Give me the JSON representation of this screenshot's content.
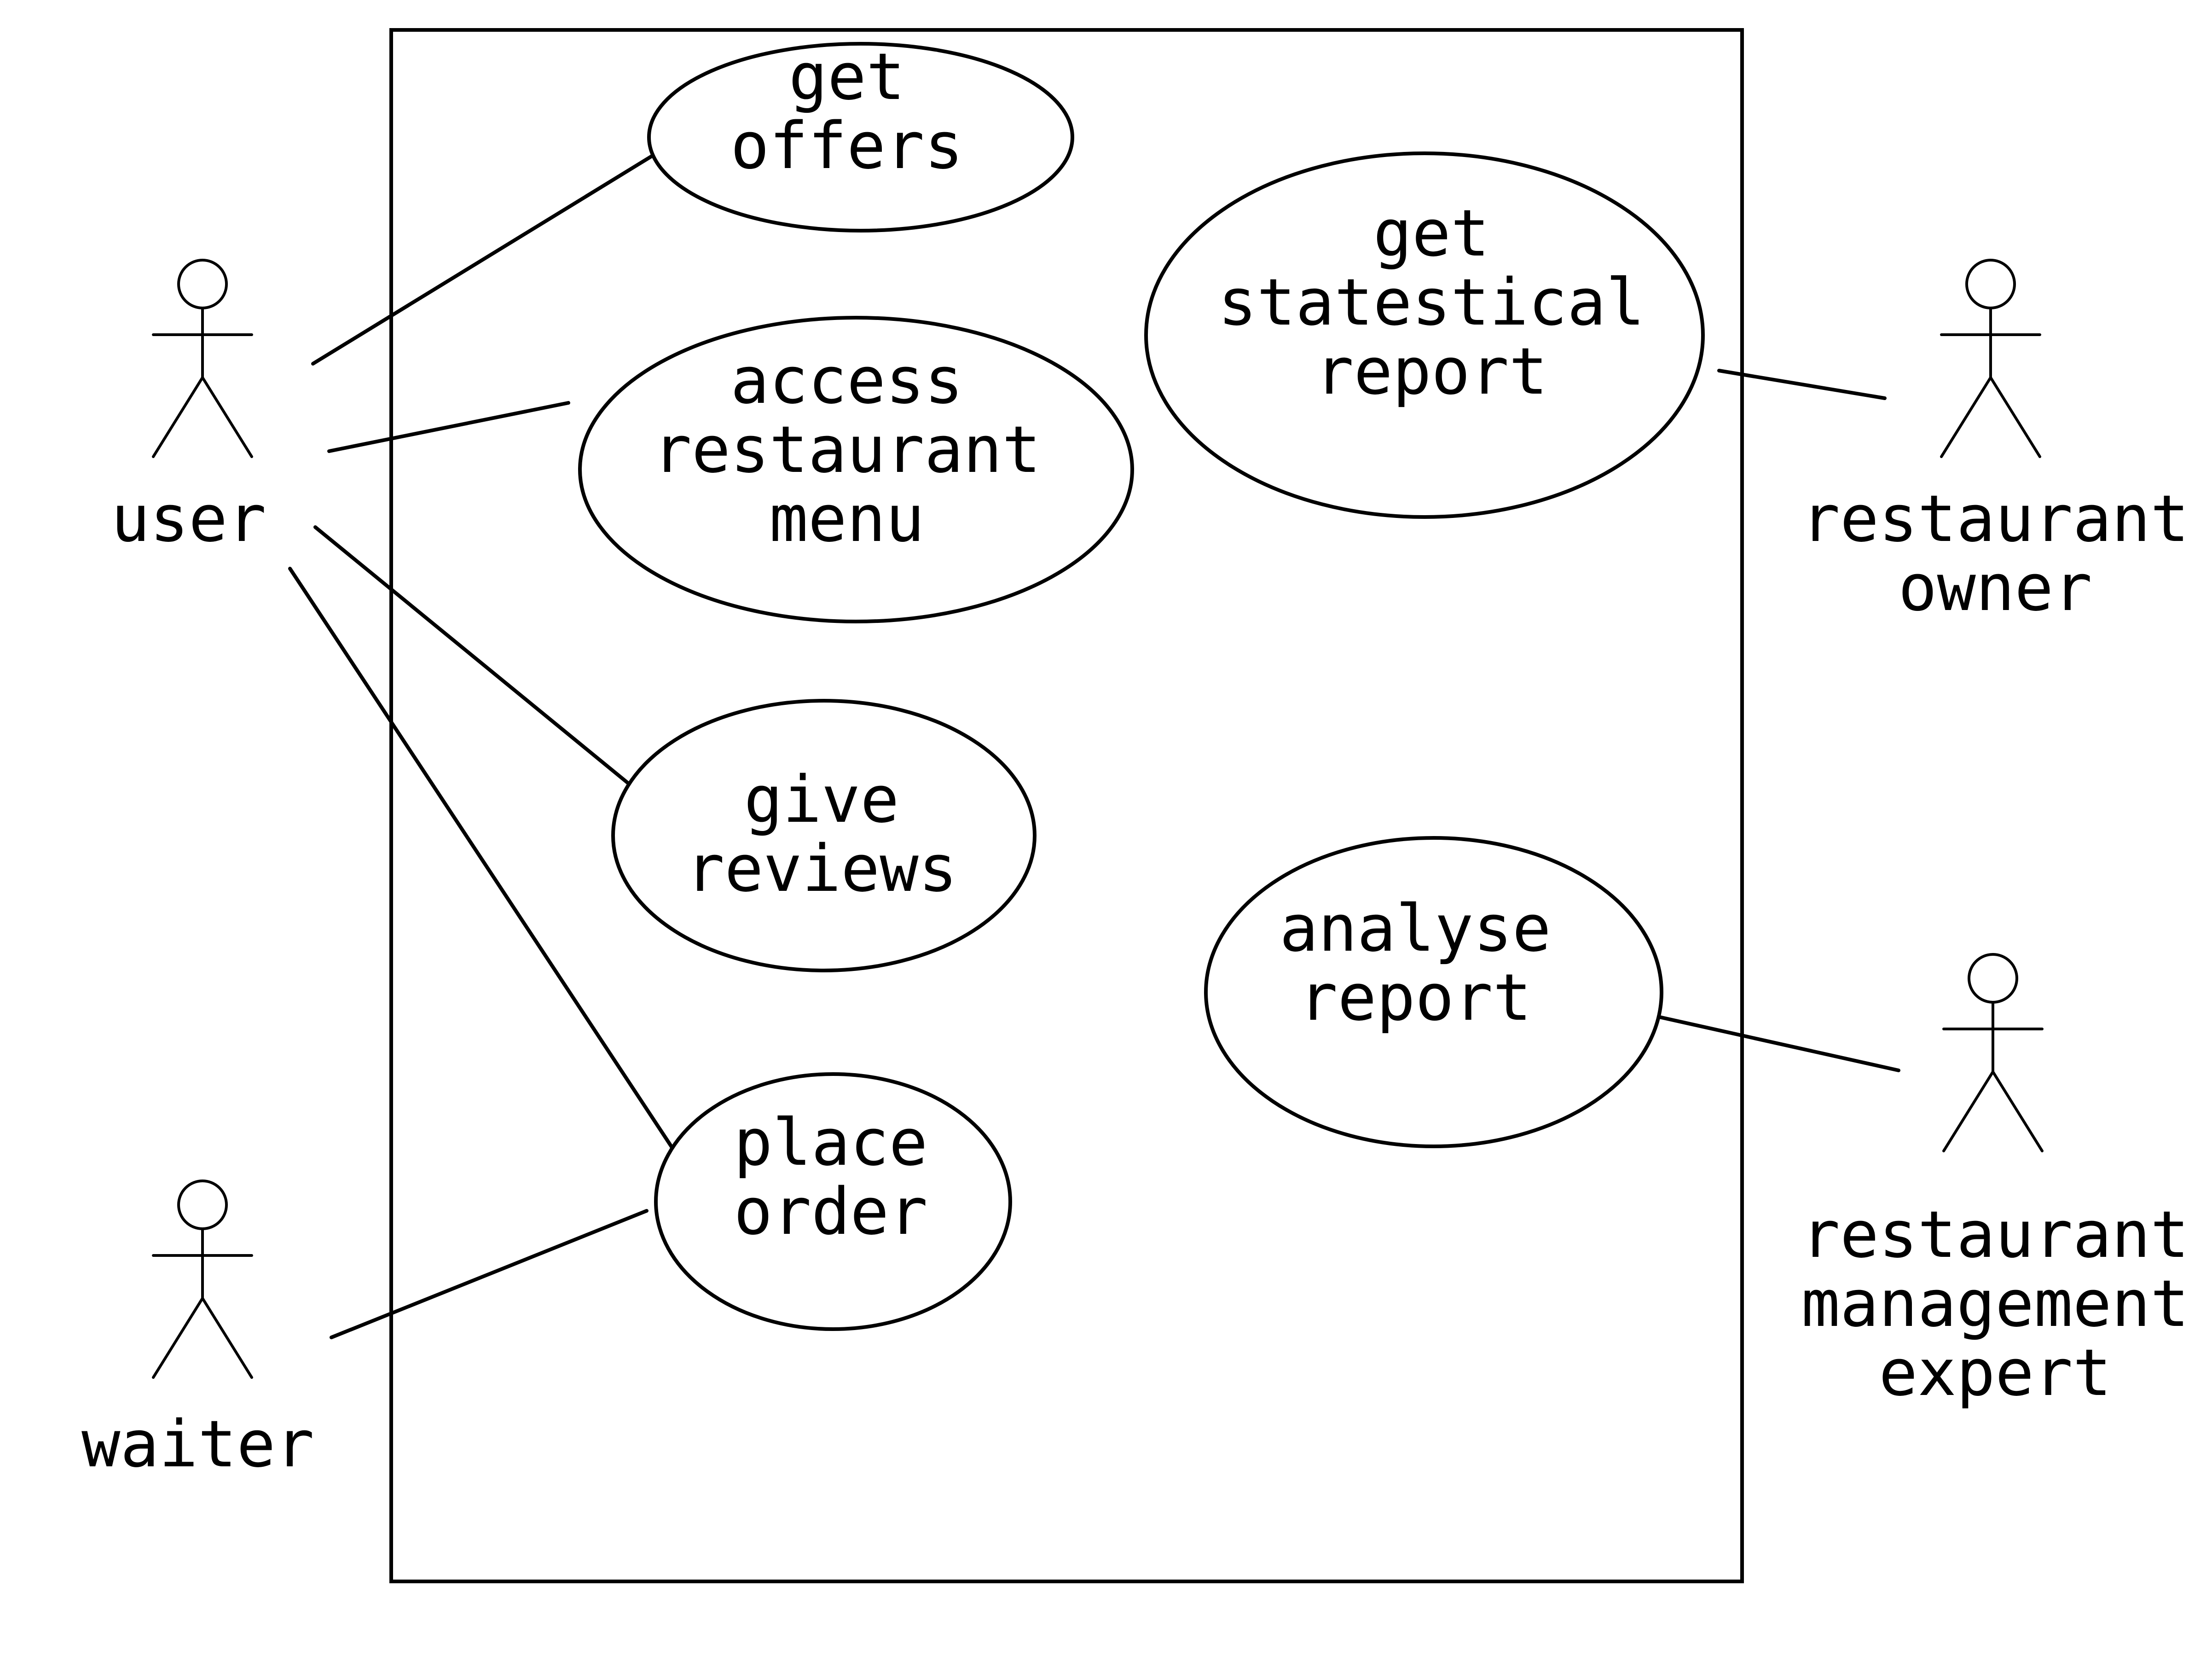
{
  "actors": {
    "user": {
      "label": [
        "user"
      ]
    },
    "waiter": {
      "label": [
        "waiter"
      ]
    },
    "owner": {
      "label": [
        "restaurant",
        "owner"
      ]
    },
    "expert": {
      "label": [
        "restaurant",
        "management",
        "expert"
      ]
    }
  },
  "use_cases": {
    "get_offers": {
      "label": [
        "get",
        "offers"
      ]
    },
    "access_menu": {
      "label": [
        "access",
        "restaurant",
        "menu"
      ]
    },
    "give_reviews": {
      "label": [
        "give",
        "reviews"
      ]
    },
    "place_order": {
      "label": [
        "place",
        "order"
      ]
    },
    "stat_report": {
      "label": [
        "get",
        "statestical",
        "report"
      ]
    },
    "analyse_report": {
      "label": [
        "analyse",
        "report"
      ]
    }
  },
  "associations": [
    [
      "user",
      "get_offers"
    ],
    [
      "user",
      "access_menu"
    ],
    [
      "user",
      "give_reviews"
    ],
    [
      "user",
      "place_order"
    ],
    [
      "waiter",
      "place_order"
    ],
    [
      "owner",
      "stat_report"
    ],
    [
      "expert",
      "analyse_report"
    ]
  ]
}
